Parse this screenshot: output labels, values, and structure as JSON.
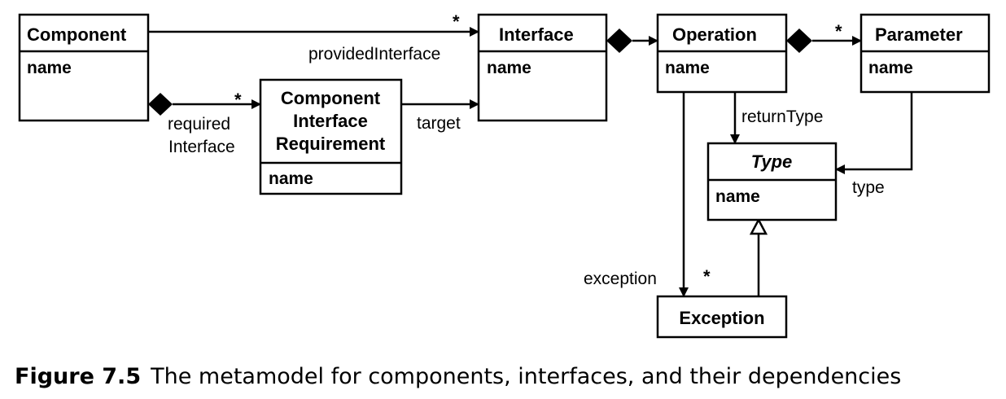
{
  "classes": {
    "component": {
      "name": "Component",
      "attribute": "name"
    },
    "interface": {
      "name": "Interface",
      "attribute": "name"
    },
    "operation": {
      "name": "Operation",
      "attribute": "name"
    },
    "parameter": {
      "name": "Parameter",
      "attribute": "name"
    },
    "requirement": {
      "name_lines": [
        "Component",
        "Interface",
        "Requirement"
      ],
      "attribute": "name"
    },
    "type": {
      "name": "Type",
      "attribute": "name",
      "abstract": true
    },
    "exception": {
      "name": "Exception"
    }
  },
  "associations": {
    "provided_interface": {
      "label": "providedInterface",
      "multiplicity": "*"
    },
    "required_interface": {
      "label_lines": [
        "required",
        "Interface"
      ],
      "multiplicity": "*"
    },
    "target": {
      "label": "target"
    },
    "return_type": {
      "label": "returnType"
    },
    "type": {
      "label": "type"
    },
    "exception": {
      "label": "exception",
      "multiplicity": "*"
    },
    "parameters": {
      "multiplicity": "*"
    }
  },
  "caption": {
    "number": "Figure 7.5",
    "text": "The metamodel for components, interfaces, and their dependencies"
  }
}
